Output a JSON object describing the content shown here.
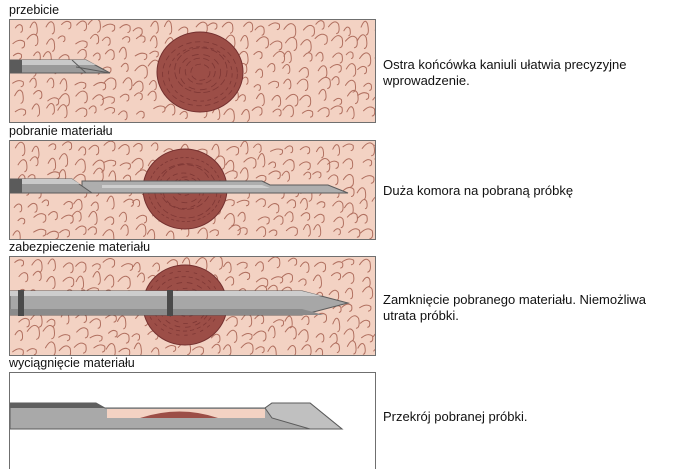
{
  "steps": [
    {
      "title": "przebicie",
      "caption": "Ostra końcówka kaniuli ułatwia precyzyjne wprowadzenie.",
      "sample": "full",
      "needle": "tip"
    },
    {
      "title": "pobranie materiału",
      "caption": "Duża komora na pobraną próbkę",
      "sample": "full",
      "needle": "inner"
    },
    {
      "title": "zabezpieczenie materiału",
      "caption": "Zamknięcie pobranego materiału. Niemożliwa utrata próbki.",
      "sample": "full",
      "needle": "closed"
    },
    {
      "title": "wyciągnięcie materiału",
      "caption": "Przekrój pobranej próbki.",
      "sample": "section",
      "needle": "withdrawn"
    }
  ],
  "colors": {
    "tissue": "#f3d2c3",
    "cell_lines": "#b06f5f",
    "sample": "#9c4e47",
    "sample_dark": "#74302f",
    "steel": "#a3a3a3",
    "steel_dark": "#5b5b5b"
  }
}
